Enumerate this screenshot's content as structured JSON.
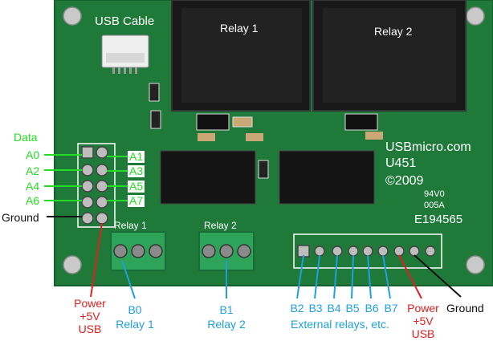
{
  "board": {
    "usb_cable_label": "USB Cable",
    "relay1_label": "Relay 1",
    "relay2_label": "Relay 2",
    "silk_brand": "USBmicro.com",
    "silk_model": "U451",
    "silk_year": "©2009",
    "silk_rating_a": "94V0",
    "silk_rating_b": "005A",
    "silk_cert": "E194565",
    "silk_relay1": "Relay  1",
    "silk_relay2": "Relay  2"
  },
  "left_labels": {
    "data": "Data",
    "a0": "A0",
    "a2": "A2",
    "a4": "A4",
    "a6": "A6",
    "a1": "A1",
    "a3": "A3",
    "a5": "A5",
    "a7": "A7",
    "ground": "Ground"
  },
  "bottom_labels": {
    "power_l1": "Power",
    "power_l2": "+5V",
    "power_l3": "USB",
    "b0": "B0",
    "b0_sub": "Relay 1",
    "b1": "B1",
    "b1_sub": "Relay 2",
    "b_series": [
      "B2",
      "B3",
      "B4",
      "B5",
      "B6",
      "B7"
    ],
    "external": "External relays, etc.",
    "power_r1": "Power",
    "power_r2": "+5V",
    "power_r3": "USB",
    "ground_r": "Ground"
  },
  "colors": {
    "pcb": "#1f7a3a",
    "data_green": "#22dd22",
    "callout_blue": "#1fa0dd",
    "power_red": "#e02020"
  }
}
